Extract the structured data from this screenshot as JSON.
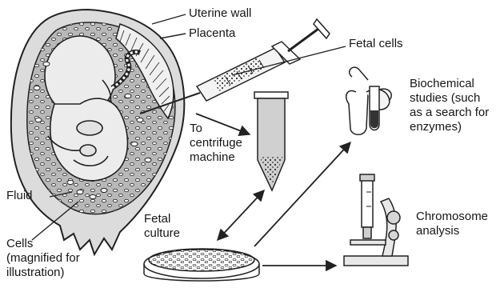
{
  "labels": {
    "uterine_wall": "Uterine wall",
    "placenta": "Placenta",
    "fetal_cells": "Fetal cells",
    "biochemical": "Biochemical\nstudies (such\nas a search for\nenzymes)",
    "centrifuge": "To\ncentrifuge\nmachine",
    "fluid": "Fluid",
    "cells": "Cells\n(magnified for\nillustration)",
    "fetal_culture": "Fetal\nculture",
    "chromosome": "Chromosome\nanalysis"
  }
}
